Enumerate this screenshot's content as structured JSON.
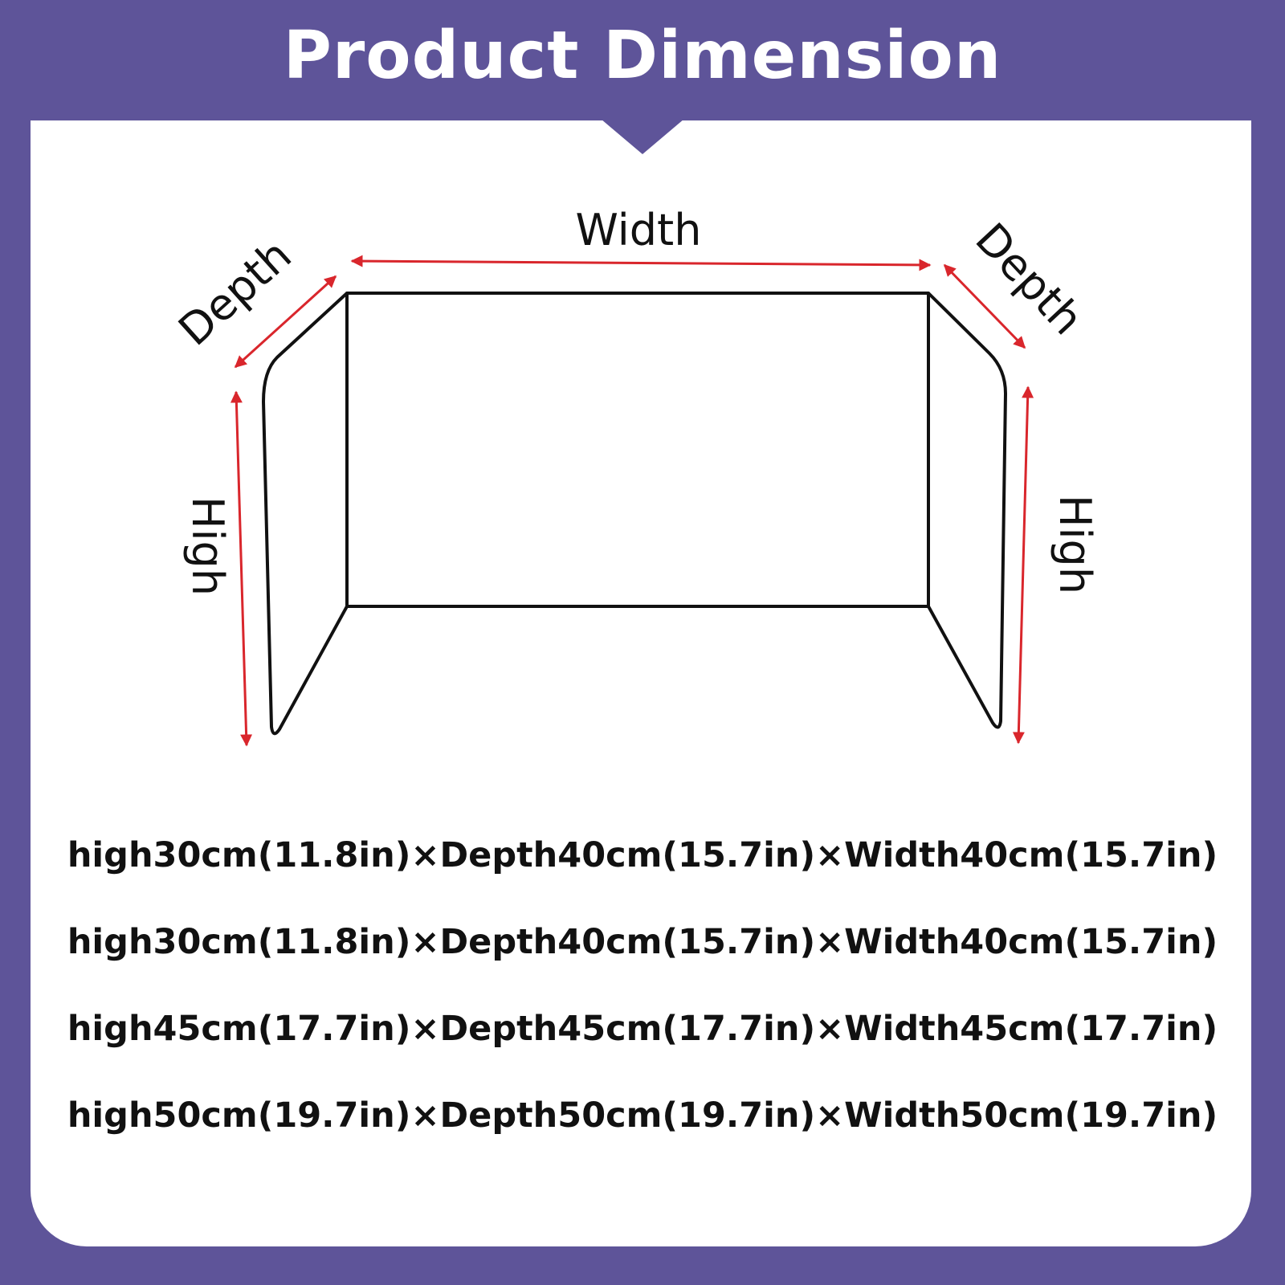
{
  "header": {
    "title": "Product Dimension"
  },
  "diagram": {
    "label_width": "Width",
    "label_depth_left": "Depth",
    "label_depth_right": "Depth",
    "label_high_left": "High",
    "label_high_right": "High",
    "colors": {
      "frame": "#111111",
      "arrow": "#d9262c"
    }
  },
  "specs": [
    "high30cm(11.8in)×Depth40cm(15.7in)×Width40cm(15.7in)",
    "high30cm(11.8in)×Depth40cm(15.7in)×Width40cm(15.7in)",
    "high45cm(17.7in)×Depth45cm(17.7in)×Width45cm(17.7in)",
    "high50cm(19.7in)×Depth50cm(19.7in)×Width50cm(19.7in)"
  ],
  "colors": {
    "background": "#5e5499",
    "panel": "#ffffff"
  }
}
